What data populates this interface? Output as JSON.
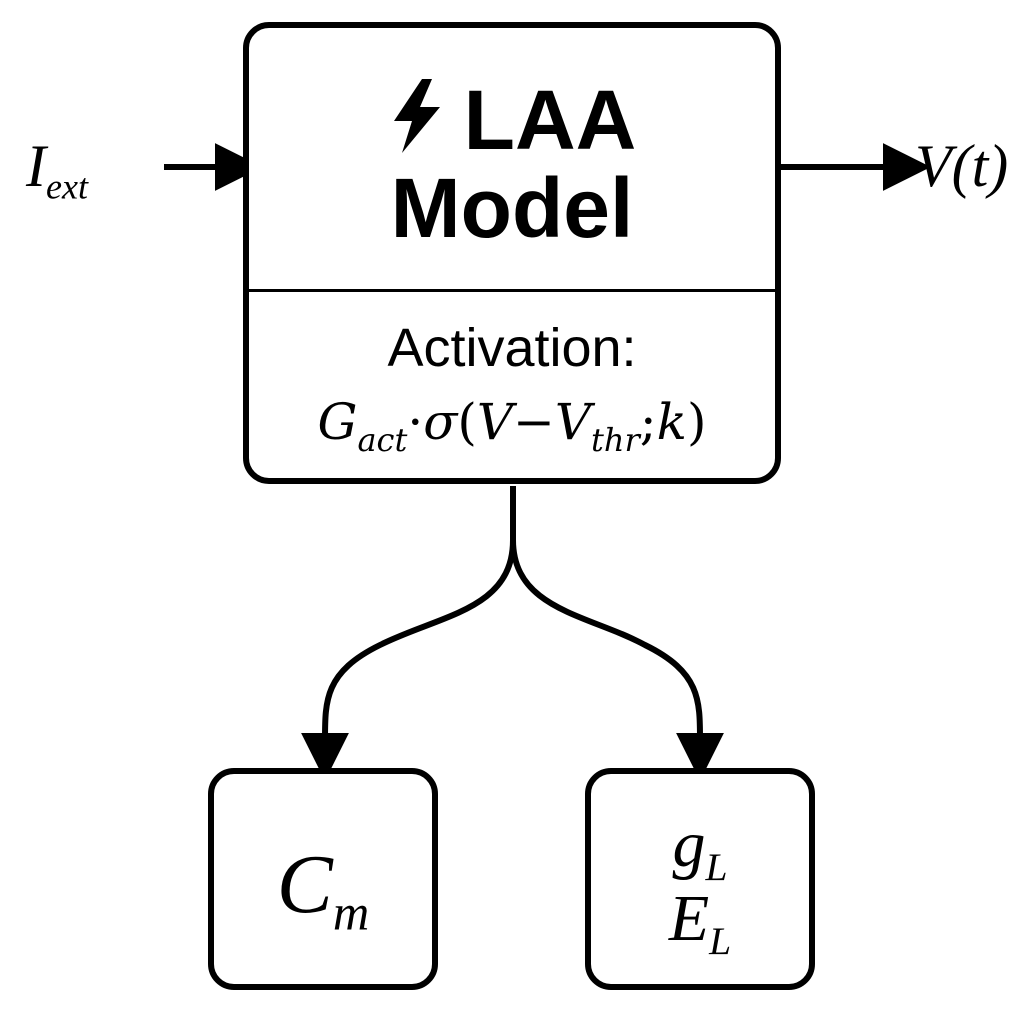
{
  "main_block": {
    "title_line1": "LAA",
    "title_line2": "Model",
    "icon": "lightning-bolt-icon",
    "activation_label": "Activation:",
    "activation_formula": {
      "g": "G",
      "g_sub": "act",
      "dot": "·",
      "sigma": "σ",
      "open": "(",
      "v": "V",
      "minus": "−",
      "v2": "V",
      "v2_sub": "thr",
      "sep": ";",
      "k": "k",
      "close": ")"
    }
  },
  "input": {
    "base": "I",
    "sub": "ext"
  },
  "output": {
    "text": "V(t)"
  },
  "capacitance_block": {
    "base": "C",
    "sub": "m"
  },
  "leak_block": {
    "line1_base": "g",
    "line1_sub": "L",
    "line2_base": "E",
    "line2_sub": "L"
  },
  "colors": {
    "stroke": "#000000",
    "background": "#ffffff"
  }
}
